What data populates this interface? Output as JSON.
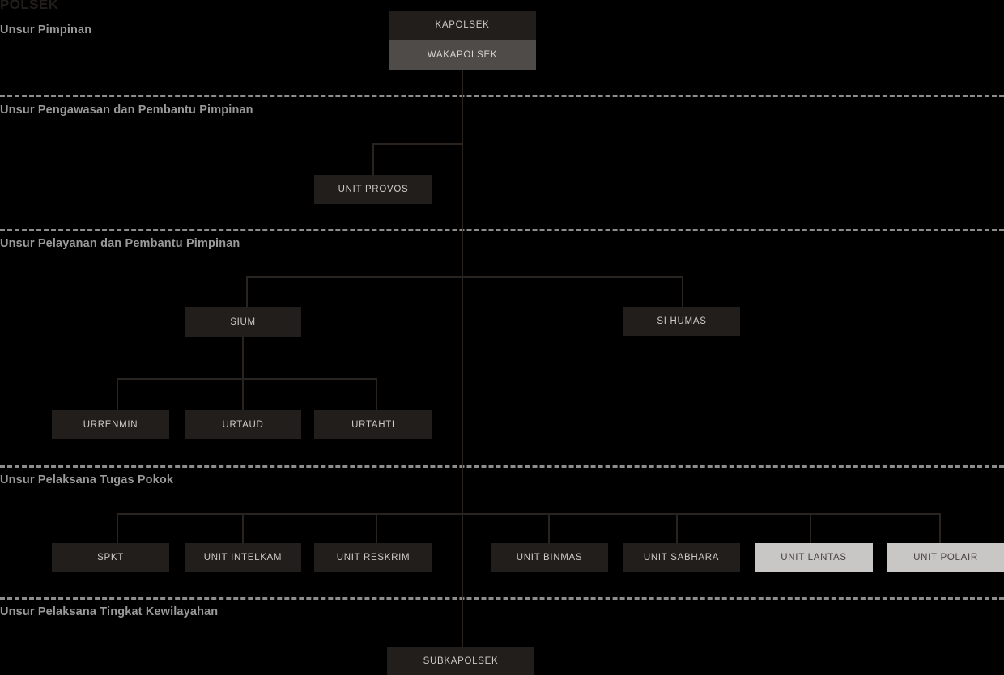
{
  "title": "POLSEK",
  "colors": {
    "background": "#000000",
    "box_dark": "#211e1c",
    "box_mid": "#4e4b49",
    "box_light": "#c8c7c5",
    "line": "#2a2421",
    "section_label": "#9a9a9a",
    "separator": "#8d8d8d",
    "text_light": "#cfcac5",
    "text_dark": "#48433f"
  },
  "sections": [
    {
      "label": "Unsur Pimpinan"
    },
    {
      "label": "Unsur Pengawasan dan Pembantu Pimpinan"
    },
    {
      "label": "Unsur Pelayanan dan Pembantu Pimpinan"
    },
    {
      "label": "Unsur Pelaksana Tugas Pokok"
    },
    {
      "label": "Unsur Pelaksana Tingkat Kewilayahan"
    }
  ],
  "boxes": {
    "kapolsek": "KAPOLSEK",
    "wakapolsek": "WAKAPOLSEK",
    "unit_provos": "UNIT PROVOS",
    "sium": "SIUM",
    "si_humas": "SI HUMAS",
    "urrenmin": "URRENMIN",
    "urtaud": "URTAUD",
    "urtahti": "URTAHTI",
    "spkt": "SPKT",
    "unit_intelkam": "UNIT INTELKAM",
    "unit_reskrim": "UNIT RESKRIM",
    "unit_binmas": "UNIT BINMAS",
    "unit_sabhara": "UNIT SABHARA",
    "unit_lantas": "UNIT LANTAS",
    "unit_polair": "UNIT POLAIR",
    "subkapolsek": "SUBKAPOLSEK"
  }
}
